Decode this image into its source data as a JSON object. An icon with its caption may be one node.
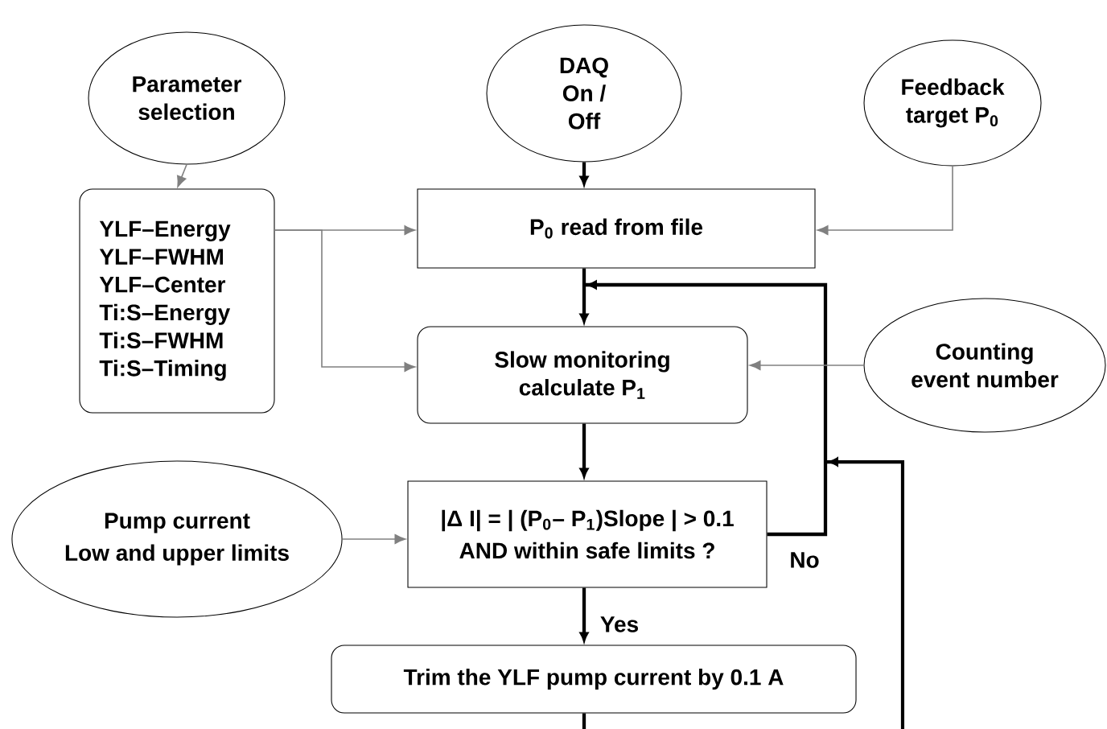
{
  "diagram": {
    "nodes": [
      {
        "text": [
          "Parameter selection"
        ]
      },
      {
        "text": [
          "DAQ On / Off"
        ]
      },
      {
        "text": [
          "Feedback target P$_{0}$"
        ]
      },
      {
        "text": [
          "YLF–Energy",
          "YLF–FWHM",
          "YLF–Center",
          "Ti:S–Energy",
          "Ti:S–FWHM",
          "Ti:S–Timing"
        ]
      },
      {
        "text": [
          "P$_{0}$ read from file"
        ]
      },
      {
        "text": [
          "Slow monitoring calculate P$_{1}$"
        ]
      },
      {
        "text": [
          "Counting event number"
        ]
      },
      {
        "text": [
          "Pump current",
          "Low and upper limits"
        ]
      },
      {
        "text": [
          "|Δ I|  = | (P$_{0}$– P$_{1}$)Slope | > 0.1",
          "AND within safe limits ?"
        ]
      },
      {
        "text": [
          "Trim the YLF pump current by 0.1 A"
        ]
      }
    ],
    "edges": [
      {
        "from": 0,
        "to": 3,
        "arrow": "to",
        "color": "#808080"
      },
      {
        "from": 1,
        "to": 4,
        "arrow": "to"
      },
      {
        "from": 2,
        "to": 4,
        "arrow": "to",
        "color": "#808080"
      },
      {
        "from": 3,
        "to": 4,
        "arrow": "to",
        "color": "#808080"
      },
      {
        "from": 3,
        "to": 5,
        "arrow": "to",
        "color": "#808080"
      },
      {
        "from": 4,
        "to": 5,
        "arrow": "to"
      },
      {
        "from": 6,
        "to": 5,
        "arrow": "to",
        "color": "#808080"
      },
      {
        "from": 5,
        "to": 8,
        "arrow": "to"
      },
      {
        "from": 7,
        "to": 8,
        "arrow": "to",
        "color": "#808080"
      },
      {
        "from": 8,
        "to": 5,
        "arrow": "to",
        "label": "No"
      },
      {
        "from": 8,
        "to": 9,
        "arrow": "to",
        "label": "Yes"
      },
      {
        "from": 9,
        "to": null,
        "arrow": "none"
      },
      {
        "from": null,
        "to": 5,
        "arrow": "to"
      }
    ]
  }
}
